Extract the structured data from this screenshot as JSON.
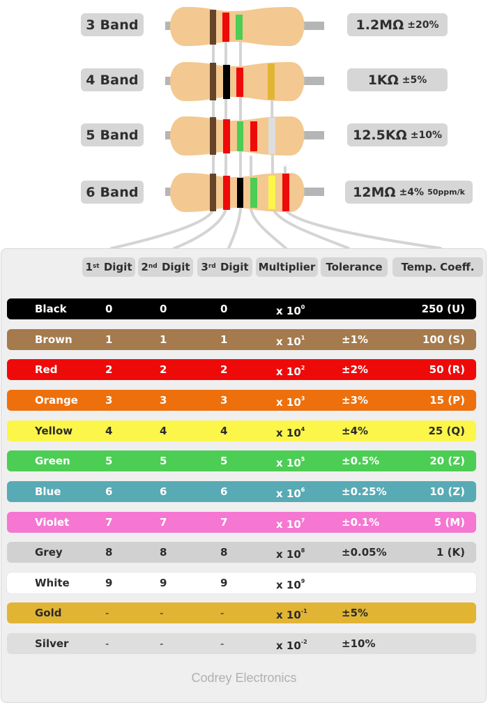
{
  "diagram": {
    "colors": {
      "body": "#f3c891",
      "lead": "#b5b5b5",
      "wire": "#d4d4d4"
    },
    "resistors": [
      {
        "label": "3 Band",
        "value": "1.2MΩ",
        "tolerance": "±20%",
        "temp_coeff": "",
        "bands": [
          "brown",
          "red",
          "green"
        ]
      },
      {
        "label": "4 Band",
        "value": "1KΩ",
        "tolerance": "±5%",
        "temp_coeff": "",
        "bands": [
          "brown",
          "black",
          "red",
          "gold"
        ]
      },
      {
        "label": "5 Band",
        "value": "12.5KΩ",
        "tolerance": "±10%",
        "temp_coeff": "",
        "bands": [
          "brown",
          "red",
          "green",
          "red",
          "silver"
        ]
      },
      {
        "label": "6 Band",
        "value": "12MΩ",
        "tolerance": "±4%",
        "temp_coeff": "50ppm/k",
        "bands": [
          "brown",
          "red",
          "black",
          "green",
          "yellow",
          "red"
        ]
      }
    ]
  },
  "table": {
    "headers": [
      {
        "sup_num": "1",
        "sup": "st",
        "label": "Digit"
      },
      {
        "sup_num": "2",
        "sup": "nd",
        "label": "Digit"
      },
      {
        "sup_num": "3",
        "sup": "rd",
        "label": "Digit"
      },
      {
        "sup_num": "",
        "sup": "",
        "label": "Multiplier"
      },
      {
        "sup_num": "",
        "sup": "",
        "label": "Tolerance"
      },
      {
        "sup_num": "",
        "sup": "",
        "label": "Temp. Coeff."
      }
    ],
    "rows": [
      {
        "name": "Black",
        "bg": "#000000",
        "fg": "#ffffff",
        "d1": "0",
        "d2": "0",
        "d3": "0",
        "mult_base": "x 10",
        "mult_exp": "0",
        "tol": "",
        "temp": "250 (U)"
      },
      {
        "name": "Brown",
        "bg": "#a57a4c",
        "fg": "#ffffff",
        "d1": "1",
        "d2": "1",
        "d3": "1",
        "mult_base": "x 10",
        "mult_exp": "1",
        "tol": "±1%",
        "temp": "100 (S)"
      },
      {
        "name": "Red",
        "bg": "#ef0a0a",
        "fg": "#ffffff",
        "d1": "2",
        "d2": "2",
        "d3": "2",
        "mult_base": "x 10",
        "mult_exp": "2",
        "tol": "±2%",
        "temp": "50 (R)"
      },
      {
        "name": "Orange",
        "bg": "#ee700c",
        "fg": "#ffffff",
        "d1": "3",
        "d2": "3",
        "d3": "3",
        "mult_base": "x 10",
        "mult_exp": "3",
        "tol": "±3%",
        "temp": "15 (P)"
      },
      {
        "name": "Yellow",
        "bg": "#fcf54a",
        "fg": "#2b2b2b",
        "d1": "4",
        "d2": "4",
        "d3": "4",
        "mult_base": "x 10",
        "mult_exp": "4",
        "tol": "±4%",
        "temp": "25 (Q)"
      },
      {
        "name": "Green",
        "bg": "#4ccd54",
        "fg": "#ffffff",
        "d1": "5",
        "d2": "5",
        "d3": "5",
        "mult_base": "x 10",
        "mult_exp": "5",
        "tol": "±0.5%",
        "temp": "20 (Z)"
      },
      {
        "name": "Blue",
        "bg": "#58aab5",
        "fg": "#ffffff",
        "d1": "6",
        "d2": "6",
        "d3": "6",
        "mult_base": "x 10",
        "mult_exp": "6",
        "tol": "±0.25%",
        "temp": "10 (Z)"
      },
      {
        "name": "Violet",
        "bg": "#f577d2",
        "fg": "#ffffff",
        "d1": "7",
        "d2": "7",
        "d3": "7",
        "mult_base": "x 10",
        "mult_exp": "7",
        "tol": "±0.1%",
        "temp": "5 (M)"
      },
      {
        "name": "Grey",
        "bg": "#d1d1d1",
        "fg": "#2b2b2b",
        "d1": "8",
        "d2": "8",
        "d3": "8",
        "mult_base": "x 10",
        "mult_exp": "8",
        "tol": "±0.05%",
        "temp": "1 (K)"
      },
      {
        "name": "White",
        "bg": "#ffffff",
        "fg": "#2b2b2b",
        "d1": "9",
        "d2": "9",
        "d3": "9",
        "mult_base": "x 10",
        "mult_exp": "9",
        "tol": "",
        "temp": ""
      },
      {
        "name": "Gold",
        "bg": "#e2b434",
        "fg": "#2b2b2b",
        "d1": "-",
        "d2": "-",
        "d3": "-",
        "mult_base": "x 10",
        "mult_exp": "-1",
        "tol": "±5%",
        "temp": ""
      },
      {
        "name": "Silver",
        "bg": "#dedede",
        "fg": "#2b2b2b",
        "d1": "-",
        "d2": "-",
        "d3": "-",
        "mult_base": "x 10",
        "mult_exp": "-2",
        "tol": "±10%",
        "temp": ""
      }
    ]
  },
  "footer": {
    "brand": "Codrey Electronics"
  }
}
